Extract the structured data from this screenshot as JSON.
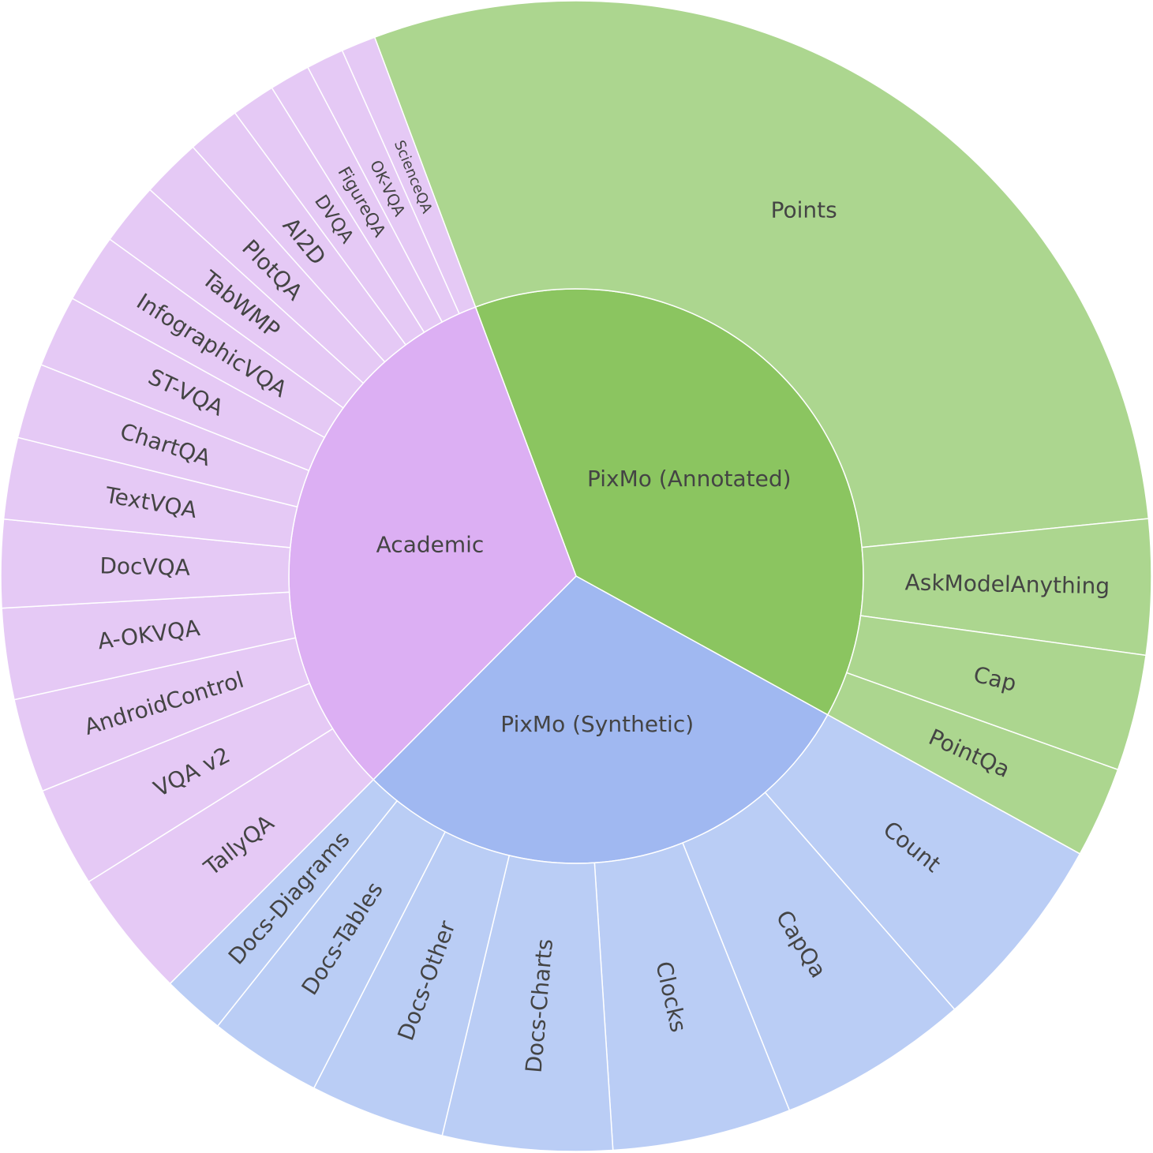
{
  "chart_data": {
    "type": "sunburst",
    "groups": [
      {
        "name": "PixMo (Annotated)",
        "inner_color": "#8bc560",
        "outer_color": "#acd68f",
        "children": [
          {
            "name": "Points",
            "value": 33.0
          },
          {
            "name": "AskModelAnything",
            "value": 4.3
          },
          {
            "name": "Cap",
            "value": 3.7
          },
          {
            "name": "PointQa",
            "value": 2.9
          }
        ]
      },
      {
        "name": "PixMo (Synthetic)",
        "inner_color": "#a0b8f1",
        "outer_color": "#bacdf5",
        "children": [
          {
            "name": "Count",
            "value": 6.3
          },
          {
            "name": "CapQa",
            "value": 6.1
          },
          {
            "name": "Clocks",
            "value": 5.7
          },
          {
            "name": "Docs-Charts",
            "value": 5.4
          },
          {
            "name": "Docs-Other",
            "value": 4.3
          },
          {
            "name": "Docs-Tables",
            "value": 3.6
          },
          {
            "name": "Docs-Diagrams",
            "value": 2.0
          }
        ]
      },
      {
        "name": "Academic",
        "inner_color": "#dcaff3",
        "outer_color": "#e5c9f5",
        "children": [
          {
            "name": "TallyQA",
            "value": 4.1
          },
          {
            "name": "VQA v2",
            "value": 3.2
          },
          {
            "name": "AndroidControl",
            "value": 3.0
          },
          {
            "name": "A-OKVQA",
            "value": 2.9
          },
          {
            "name": "DocVQA",
            "value": 2.8
          },
          {
            "name": "TextVQA",
            "value": 2.6
          },
          {
            "name": "ChartQA",
            "value": 2.4
          },
          {
            "name": "ST-VQA",
            "value": 2.3
          },
          {
            "name": "InfographicVQA",
            "value": 2.2
          },
          {
            "name": "TabWMP",
            "value": 2.0
          },
          {
            "name": "PlotQA",
            "value": 1.9
          },
          {
            "name": "AI2D",
            "value": 1.7
          },
          {
            "name": "DVQA",
            "value": 1.4
          },
          {
            "name": "FigureQA",
            "value": 1.3
          },
          {
            "name": "OK-VQA",
            "value": 1.2
          },
          {
            "name": "ScienceQA",
            "value": 1.1
          }
        ]
      }
    ]
  }
}
